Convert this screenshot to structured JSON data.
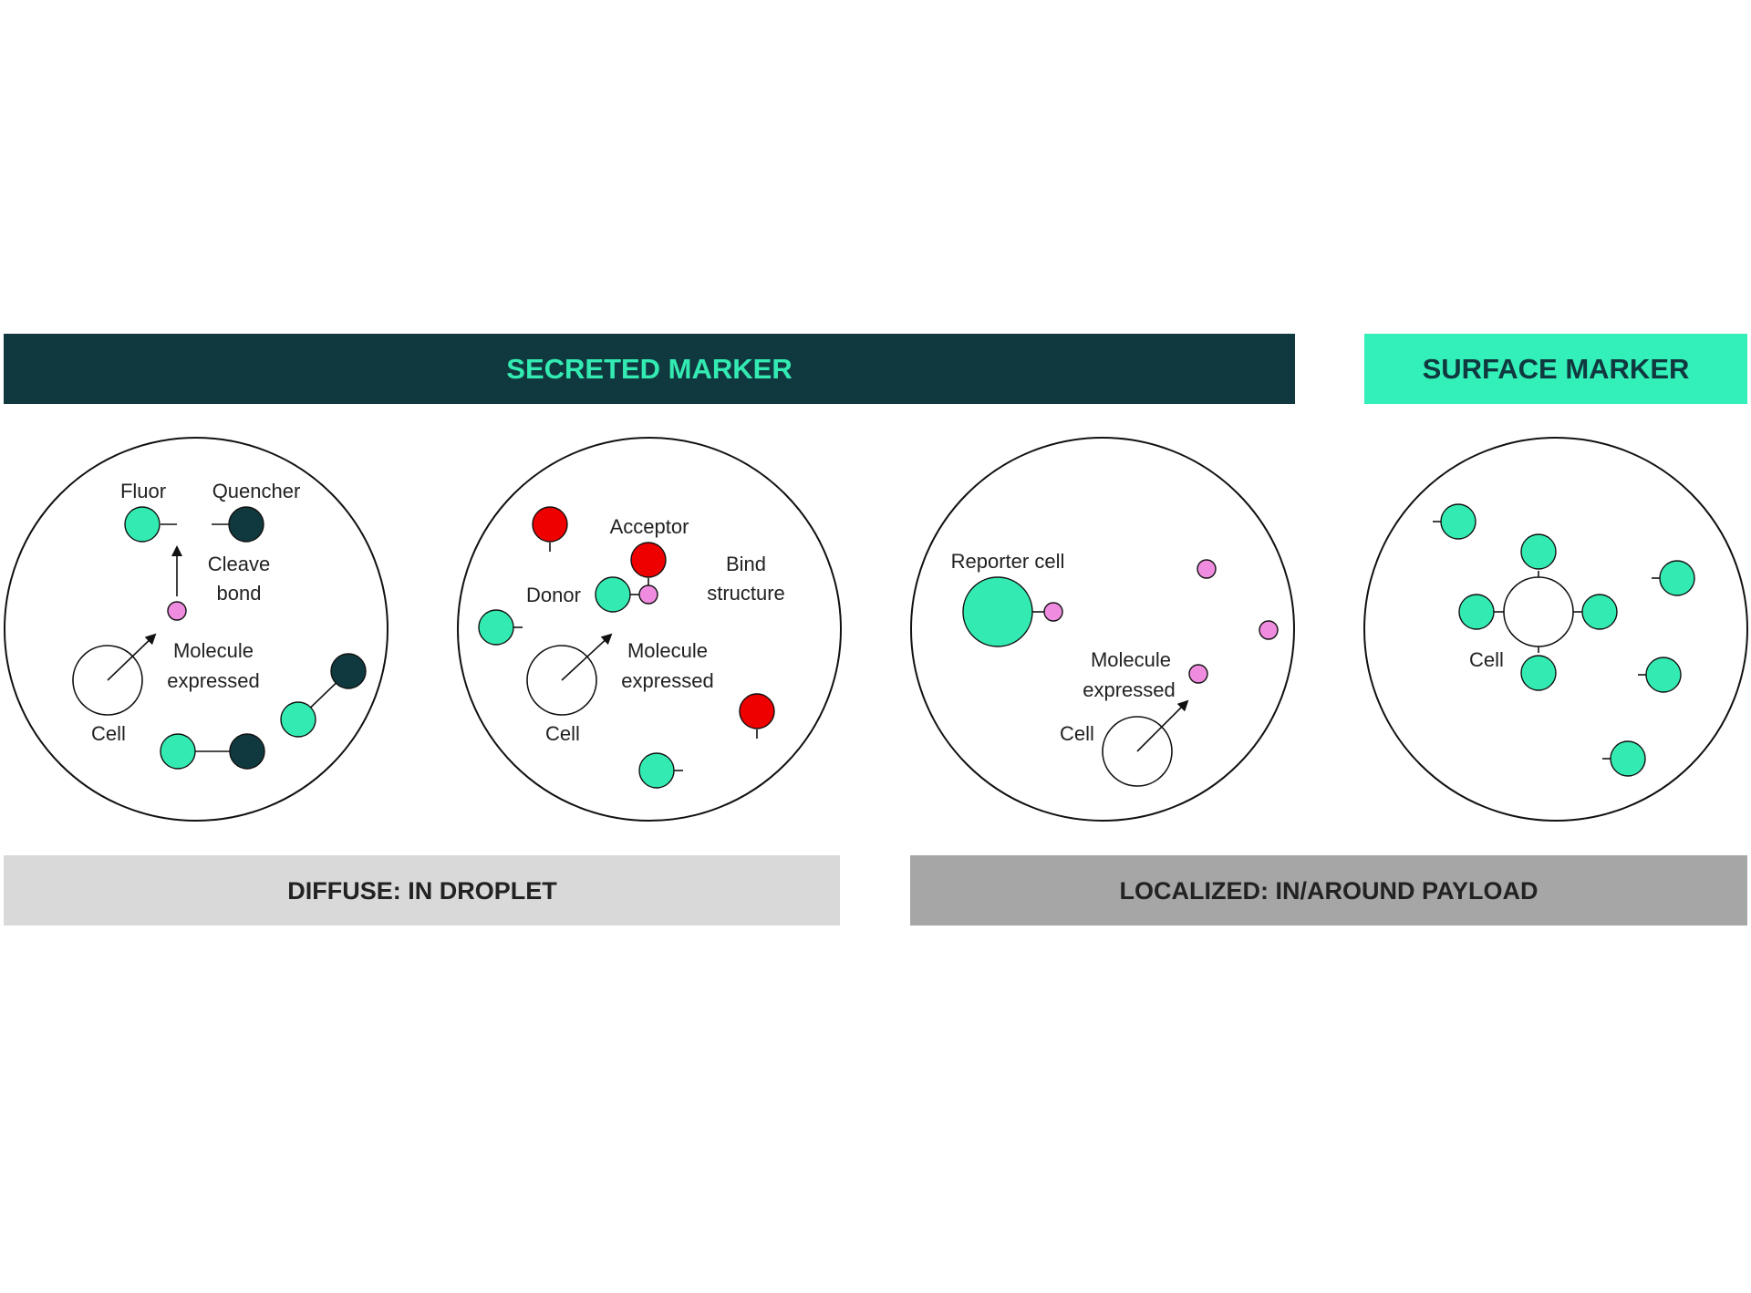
{
  "colors": {
    "secreted_bar": "#10393F",
    "secreted_text": "#33EBB2",
    "surface_bar": "#33F0B8",
    "surface_text": "#10393F",
    "diffuse_bar": "#D9D9D9",
    "localized_bar": "#A6A6A6",
    "fluor": "#33EBB2",
    "quencher": "#10393F",
    "acceptor": "#EE0000",
    "molecule": "#F08CE0"
  },
  "headers": {
    "secreted": "SECRETED MARKER",
    "surface": "SURFACE MARKER"
  },
  "footers": {
    "diffuse": "DIFFUSE: IN DROPLET",
    "localized": "LOCALIZED: IN/AROUND PAYLOAD"
  },
  "panels": {
    "fret_quench": {
      "fluor": "Fluor",
      "quencher": "Quencher",
      "cleave_1": "Cleave",
      "cleave_2": "bond",
      "molecule_1": "Molecule",
      "molecule_2": "expressed",
      "cell": "Cell"
    },
    "fret_bind": {
      "acceptor": "Acceptor",
      "bind_1": "Bind",
      "bind_2": "structure",
      "donor": "Donor",
      "molecule_1": "Molecule",
      "molecule_2": "expressed",
      "cell": "Cell"
    },
    "reporter": {
      "reporter": "Reporter cell",
      "molecule_1": "Molecule",
      "molecule_2": "expressed",
      "cell": "Cell"
    },
    "surface": {
      "cell": "Cell"
    }
  }
}
